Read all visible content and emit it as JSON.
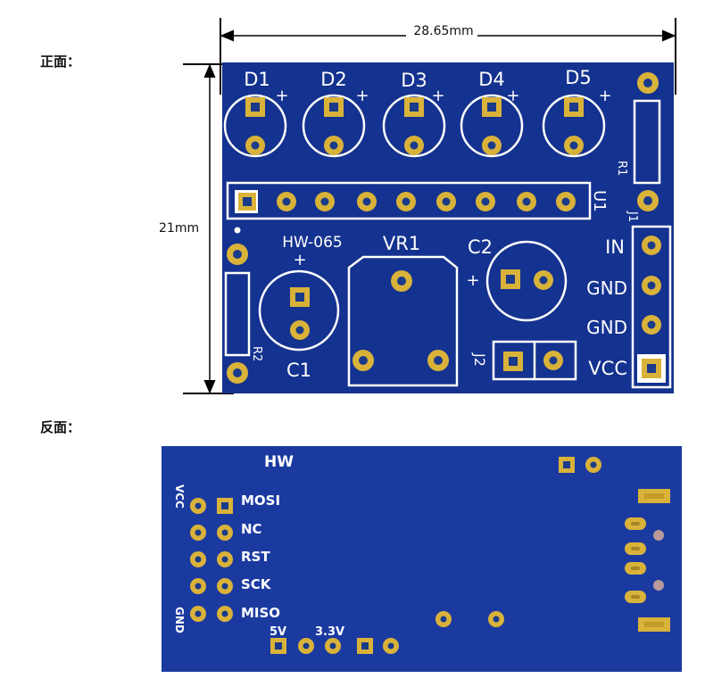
{
  "labels": {
    "front": "正面：",
    "back": "反面：",
    "width": "28.65mm",
    "height": "21mm"
  },
  "front": {
    "leds": [
      "D1",
      "D2",
      "D3",
      "D4",
      "D5"
    ],
    "plus": "+",
    "r1": "R1",
    "j1": "J1",
    "u1": "U1",
    "r2": "R2",
    "model": "HW-065",
    "vr1": "VR1",
    "c1": "C1",
    "c2": "C2",
    "j2": "J2",
    "pins": [
      "IN",
      "GND",
      "GND",
      "VCC"
    ]
  },
  "back": {
    "brand": "HW",
    "vcc": "VCC",
    "gnd": "GND",
    "pins": [
      "MOSI",
      "NC",
      "RST",
      "SCK",
      "MISO"
    ],
    "v5": "5V",
    "v33": "3.3V"
  },
  "colors": {
    "board_front": "#14328f",
    "board_back": "#1b3aa0",
    "pad": "#d9b23a",
    "silk": "#ffffff"
  }
}
